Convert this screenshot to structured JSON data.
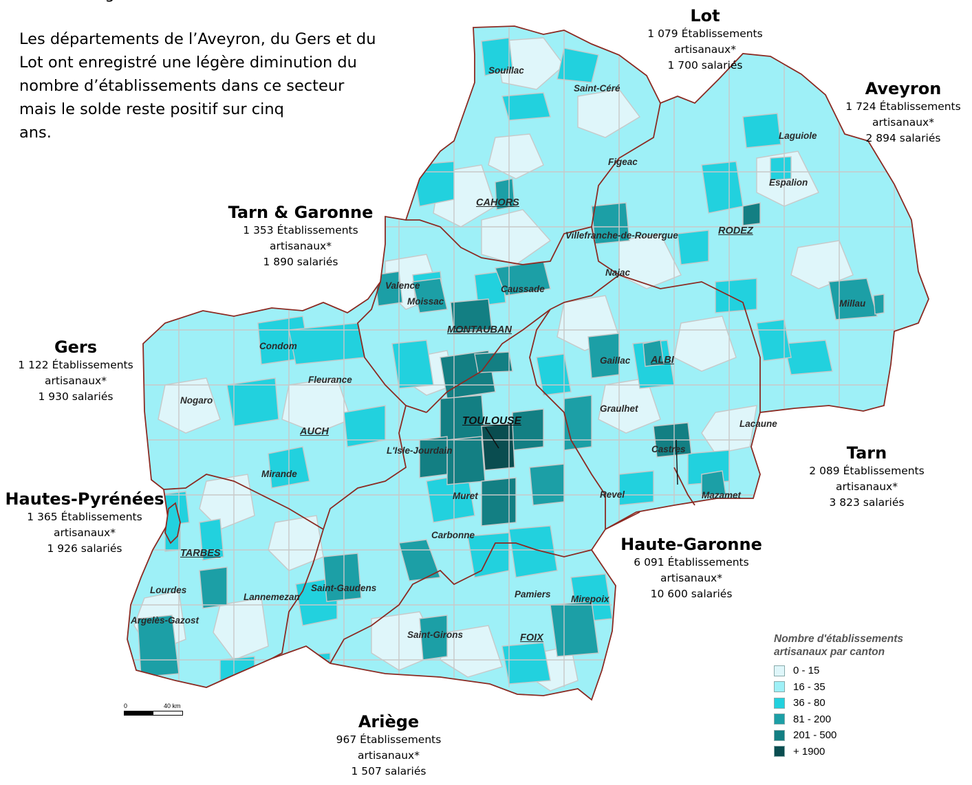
{
  "intro": {
    "cut_line": "ciments augmenté.",
    "lines": [
      "Les départements de l’Aveyron, du Gers et du",
      "Lot ont enregistré une légère diminution du",
      "nombre d’établissements dans ce secteur",
      "mais le solde reste positif sur cinq",
      "ans."
    ]
  },
  "departments": {
    "lot": {
      "name": "Lot",
      "establishments": "1 079 Établissements",
      "unit": "artisanaux*",
      "employees": "1 700 salariés"
    },
    "aveyron": {
      "name": "Aveyron",
      "establishments": "1 724 Établissements",
      "unit": "artisanaux*",
      "employees": "2 894 salariés"
    },
    "tarn_garonne": {
      "name": "Tarn & Garonne",
      "establishments": "1 353 Établissements",
      "unit": "artisanaux*",
      "employees": "1 890 salariés"
    },
    "gers": {
      "name": "Gers",
      "establishments": "1 122 Établissements",
      "unit": "artisanaux*",
      "employees": "1 930 salariés"
    },
    "tarn": {
      "name": "Tarn",
      "establishments": "2 089 Établissements",
      "unit": "artisanaux*",
      "employees": "3 823 salariés"
    },
    "hautes_pyrenees": {
      "name": "Hautes-Pyrénées",
      "establishments": "1 365 Établissements",
      "unit": "artisanaux*",
      "employees": "1 926 salariés"
    },
    "haute_garonne": {
      "name": "Haute-Garonne",
      "establishments": "6 091 Établissements",
      "unit": "artisanaux*",
      "employees": "10 600 salariés"
    },
    "ariege": {
      "name": "Ariège",
      "establishments": "967 Établissements",
      "unit": "artisanaux*",
      "employees": "1 507 salariés"
    }
  },
  "places": {
    "souillac": "Souillac",
    "saint_cere": "Saint-Céré",
    "figeac": "Figeac",
    "cahors": "CAHORS",
    "laguiole": "Laguiole",
    "espalion": "Espalion",
    "rodez": "RODEZ",
    "villefranche": "Villefranche-de-Rouergue",
    "najac": "Najac",
    "valence": "Valence",
    "moissac": "Moissac",
    "caussade": "Caussade",
    "montauban": "MONTAUBAN",
    "millau": "Millau",
    "condom": "Condom",
    "fleurance": "Fleurance",
    "nogaro": "Nogaro",
    "auch": "AUCH",
    "gaillac": "Gaillac",
    "albi": "ALBI",
    "graulhet": "Graulhet",
    "toulouse": "TOULOUSE",
    "lacaune": "Lacaune",
    "castres": "Castres",
    "lisle": "L'Isle-Jourdain",
    "mirande": "Mirande",
    "muret": "Muret",
    "revel": "Revel",
    "mazamet": "Mazamet",
    "tarbes": "TARBES",
    "carbonne": "Carbonne",
    "lourdes": "Lourdes",
    "lannemezan": "Lannemezan",
    "saint_gaudens": "Saint-Gaudens",
    "pamiers": "Pamiers",
    "mirepoix": "Mirepoix",
    "argeles": "Argelès-Gazost",
    "saint_girons": "Saint-Girons",
    "foix": "FOIX"
  },
  "legend": {
    "title_line1": "Nombre d'établissements",
    "title_line2": "artisanaux par canton",
    "classes": [
      {
        "label": "0 - 15",
        "color": "#dff6fa"
      },
      {
        "label": "16 - 35",
        "color": "#9ef0f7"
      },
      {
        "label": "36 - 80",
        "color": "#22d1de"
      },
      {
        "label": "81 - 200",
        "color": "#1c9fa6"
      },
      {
        "label": "201 - 500",
        "color": "#137f83"
      },
      {
        "label": "+ 1900",
        "color": "#0a4d50"
      }
    ]
  },
  "scale": {
    "start": "0",
    "end": "40 km"
  },
  "colors": {
    "border_region": "#8b2a22",
    "border_canton": "#c8c8c8"
  }
}
